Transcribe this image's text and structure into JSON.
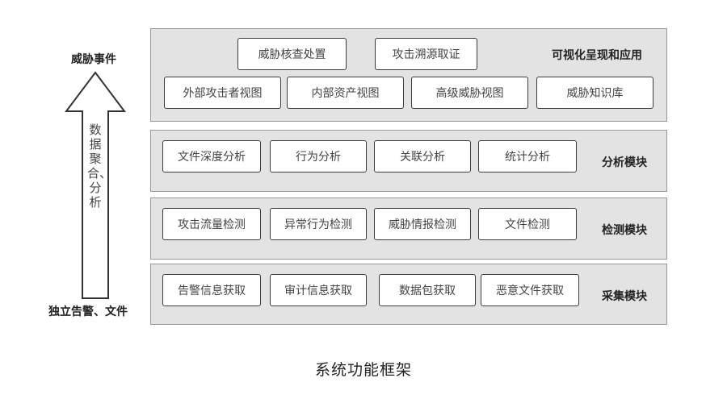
{
  "side": {
    "top_label": "威胁事件",
    "bottom_label": "独立告警、文件",
    "arrow_text": "数据聚合、分析"
  },
  "layers": {
    "visualization": {
      "title": "可视化呈现和应用",
      "row1": [
        "威胁核查处置",
        "攻击溯源取证"
      ],
      "row2": [
        "外部攻击者视图",
        "内部资产视图",
        "高级威胁视图",
        "威胁知识库"
      ]
    },
    "analysis": {
      "title": "分析模块",
      "items": [
        "文件深度分析",
        "行为分析",
        "关联分析",
        "统计分析"
      ]
    },
    "detection": {
      "title": "检测模块",
      "items": [
        "攻击流量检测",
        "异常行为检测",
        "威胁情报检测",
        "文件检测"
      ]
    },
    "collection": {
      "title": "采集模块",
      "items": [
        "告警信息获取",
        "审计信息获取",
        "数据包获取",
        "恶意文件获取"
      ]
    }
  },
  "caption": "系统功能框架"
}
